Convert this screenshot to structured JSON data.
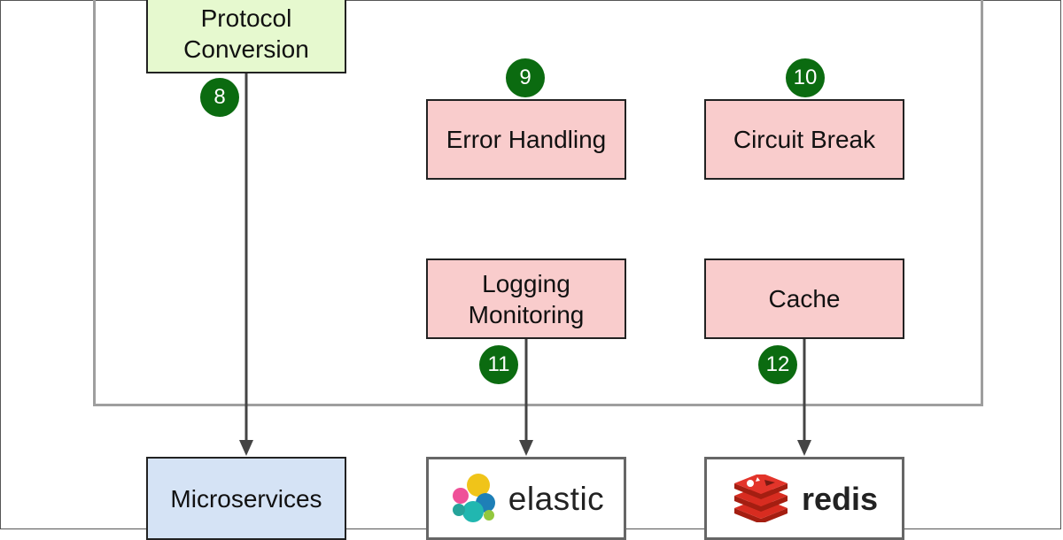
{
  "nodes": {
    "protocol_conversion": "Protocol\nConversion",
    "error_handling": "Error Handling",
    "circuit_break": "Circuit Break",
    "logging_monitoring": "Logging\nMonitoring",
    "cache": "Cache",
    "microservices": "Microservices"
  },
  "badges": {
    "b8": "8",
    "b9": "9",
    "b10": "10",
    "b11": "11",
    "b12": "12"
  },
  "logos": {
    "elastic_name": "elastic",
    "redis_name": "redis"
  },
  "colors": {
    "protocol_box": "#e6f9cf",
    "gateway_boxes": "#f9cccc",
    "microservices_box": "#d5e3f5",
    "badge": "#0b6b10",
    "redis": "#d52a2a"
  }
}
